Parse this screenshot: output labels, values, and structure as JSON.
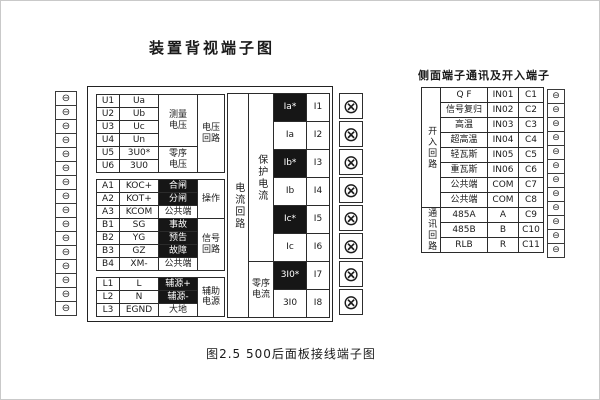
{
  "page": {
    "title": "装置背视端子图",
    "caption": "图2.5  500后面板接线端子图"
  },
  "icons": {
    "screw": "⊖",
    "screw_cross": "⊗"
  },
  "main_panel": {
    "voltage": {
      "rows": [
        {
          "term": "U1",
          "sig": "Ua"
        },
        {
          "term": "U2",
          "sig": "Ub"
        },
        {
          "term": "U3",
          "sig": "Uc"
        },
        {
          "term": "U4",
          "sig": "Un"
        },
        {
          "term": "U5",
          "sig": "3U0*"
        },
        {
          "term": "U6",
          "sig": "3U0"
        }
      ],
      "measure_label": "测量\n电压",
      "zero_label": "零序\n电压",
      "group": "电压\n回路"
    },
    "op_signal": {
      "rows": [
        {
          "term": "A1",
          "sig": "KOC+",
          "desc": "合闸"
        },
        {
          "term": "A2",
          "sig": "KOT+",
          "desc": "分闸"
        },
        {
          "term": "A3",
          "sig": "KCOM",
          "desc": "公共端"
        },
        {
          "term": "B1",
          "sig": "SG",
          "desc": "事故"
        },
        {
          "term": "B2",
          "sig": "YG",
          "desc": "预告"
        },
        {
          "term": "B3",
          "sig": "GZ",
          "desc": "故障"
        },
        {
          "term": "B4",
          "sig": "XM-",
          "desc": "公共端"
        }
      ],
      "op_group": "操作",
      "signal_group": "信号\n回路"
    },
    "aux": {
      "rows": [
        {
          "term": "L1",
          "sig": "L",
          "desc": "辅源+"
        },
        {
          "term": "L2",
          "sig": "N",
          "desc": "辅源-"
        },
        {
          "term": "L3",
          "sig": "EGND",
          "desc": "大地"
        }
      ],
      "group": "辅助\n电源"
    },
    "current": {
      "circuit_label": "电流回路",
      "protect_label": "保护电流",
      "zero_label": "零序\n电流",
      "rows": [
        {
          "sig": "Ia*",
          "term": "I1"
        },
        {
          "sig": "Ia",
          "term": "I2"
        },
        {
          "sig": "Ib*",
          "term": "I3"
        },
        {
          "sig": "Ib",
          "term": "I4"
        },
        {
          "sig": "Ic*",
          "term": "I5"
        },
        {
          "sig": "Ic",
          "term": "I6"
        },
        {
          "sig": "3I0*",
          "term": "I7"
        },
        {
          "sig": "3I0",
          "term": "I8"
        }
      ]
    }
  },
  "side_panel": {
    "title": "侧面端子通讯及开入端子",
    "input_group": "开入回路",
    "comm_group": "通讯回路",
    "rows": [
      {
        "name": "Q F",
        "code": "IN01",
        "term": "C1"
      },
      {
        "name": "信号复归",
        "code": "IN02",
        "term": "C2"
      },
      {
        "name": "高温",
        "code": "IN03",
        "term": "C3"
      },
      {
        "name": "超高温",
        "code": "IN04",
        "term": "C4"
      },
      {
        "name": "轻瓦斯",
        "code": "IN05",
        "term": "C5"
      },
      {
        "name": "重瓦斯",
        "code": "IN06",
        "term": "C6"
      },
      {
        "name": "公共端",
        "code": "COM",
        "term": "C7"
      },
      {
        "name": "公共端",
        "code": "COM",
        "term": "C8"
      },
      {
        "name": "485A",
        "code": "A",
        "term": "C9"
      },
      {
        "name": "485B",
        "code": "B",
        "term": "C10"
      },
      {
        "name": "RLB",
        "code": "R",
        "term": "C11"
      }
    ]
  }
}
